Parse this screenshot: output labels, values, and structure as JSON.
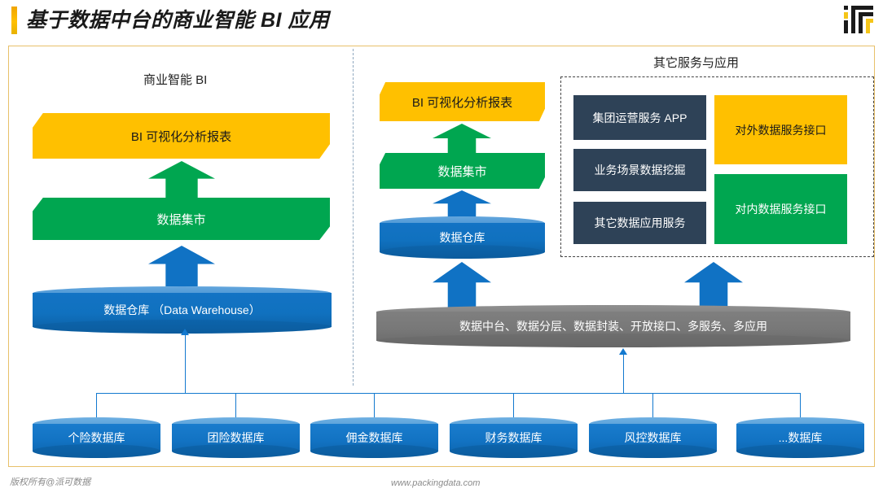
{
  "header": {
    "title": "基于数据中台的商业智能 BI 应用",
    "accent_color": "#ffc000",
    "logo_name": "brand-logo"
  },
  "left_panel": {
    "title": "商业智能 BI",
    "banner_top": "BI 可视化分析报表",
    "banner_mid": "数据集市",
    "cylinder": "数据仓库 （Data Warehouse）"
  },
  "middle_panel": {
    "banner_top": "BI 可视化分析报表",
    "banner_mid": "数据集市",
    "cylinder": "数据仓库"
  },
  "right_panel": {
    "title": "其它服务与应用",
    "left_tiles": [
      "集团运营服务 APP",
      "业务场景数据挖掘",
      "其它数据应用服务"
    ],
    "right_tiles": [
      "对外数据服务接口",
      "对内数据服务接口"
    ]
  },
  "platform_bar": {
    "label": "数据中台、数据分层、数据封装、开放接口、多服务、多应用"
  },
  "sources": [
    "个险数据库",
    "团险数据库",
    "佣金数据库",
    "财务数据库",
    "风控数据库",
    "...数据库"
  ],
  "footer": {
    "copyright": "版权所有@派可数据",
    "website": "www.packingdata.com"
  },
  "colors": {
    "yellow": "#ffc000",
    "green": "#00a650",
    "blue": "#1072c4",
    "navy": "#2e4257",
    "grey": "#7f7f7f",
    "line": "#1379cf"
  }
}
